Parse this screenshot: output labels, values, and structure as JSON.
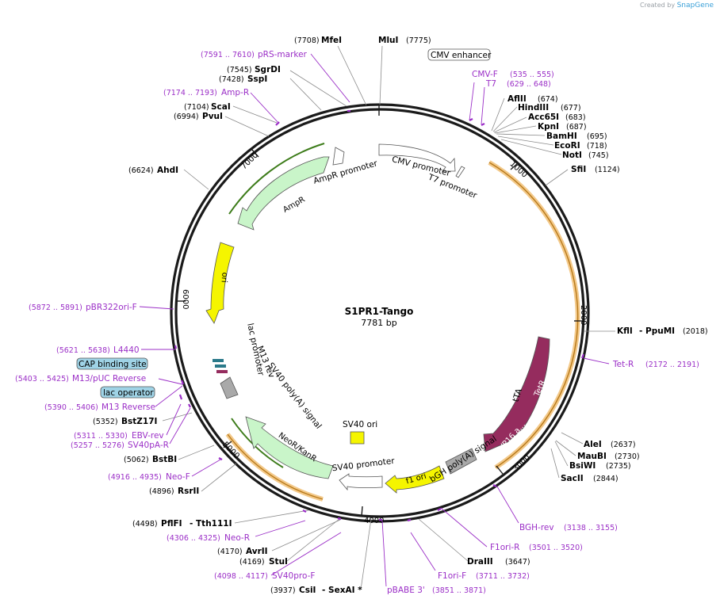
{
  "brand": {
    "created_by": "Created by",
    "name": "SnapGene"
  },
  "plasmid": {
    "name": "S1PR1-Tango",
    "length": "7781 bp"
  },
  "ticks": [
    "1000",
    "2000",
    "3000",
    "4000",
    "5000",
    "6000",
    "7000"
  ],
  "enzymes": [
    {
      "name": "MfeI",
      "pos": "(7708)"
    },
    {
      "name": "MluI",
      "pos": "(7775)"
    },
    {
      "name": "SgrDI",
      "pos": "(7545)"
    },
    {
      "name": "SspI",
      "pos": "(7428)"
    },
    {
      "name": "ScaI",
      "pos": "(7104)"
    },
    {
      "name": "PvuI",
      "pos": "(6994)"
    },
    {
      "name": "AhdI",
      "pos": "(6624)"
    },
    {
      "name": "AflII",
      "pos": "(674)"
    },
    {
      "name": "HindIII",
      "pos": "(677)"
    },
    {
      "name": "Acc65I",
      "pos": "(683)"
    },
    {
      "name": "KpnI",
      "pos": "(687)"
    },
    {
      "name": "BamHI",
      "pos": "(695)"
    },
    {
      "name": "EcoRI",
      "pos": "(718)"
    },
    {
      "name": "NotI",
      "pos": "(745)"
    },
    {
      "name": "SfiI",
      "pos": "(1124)"
    },
    {
      "name": "KflI",
      "pos": "- PpuMI",
      "pos2": "(2018)"
    },
    {
      "name": "AleI",
      "pos": "(2637)"
    },
    {
      "name": "MauBI",
      "pos": "(2730)"
    },
    {
      "name": "BsiWI",
      "pos": "(2735)"
    },
    {
      "name": "SacII",
      "pos": "(2844)"
    },
    {
      "name": "DraIII",
      "pos": "(3647)"
    },
    {
      "name": "CsiI",
      "pos": "(3937)",
      "extra": "- SexAI *"
    },
    {
      "name": "StuI",
      "pos": "(4169)"
    },
    {
      "name": "AvrII",
      "pos": "(4170)"
    },
    {
      "name": "PflFI",
      "pos": "(4498)",
      "extra": "- Tth111I"
    },
    {
      "name": "RsrII",
      "pos": "(4896)"
    },
    {
      "name": "BstBI",
      "pos": "(5062)"
    },
    {
      "name": "BstZ17I",
      "pos": "(5352)"
    }
  ],
  "primers": [
    {
      "name": "pRS-marker",
      "pos": "(7591 .. 7610)"
    },
    {
      "name": "Amp-R",
      "pos": "(7174 .. 7193)"
    },
    {
      "name": "CMV-F",
      "pos": "(535 .. 555)"
    },
    {
      "name": "T7",
      "pos": "(629 .. 648)"
    },
    {
      "name": "Tet-R",
      "pos": "(2172 .. 2191)"
    },
    {
      "name": "BGH-rev",
      "pos": "(3138 .. 3155)"
    },
    {
      "name": "F1ori-R",
      "pos": "(3501 .. 3520)"
    },
    {
      "name": "F1ori-F",
      "pos": "(3711 .. 3732)"
    },
    {
      "name": "pBABE 3'",
      "pos": "(3851 .. 3871)"
    },
    {
      "name": "SV40pro-F",
      "pos": "(4098 .. 4117)"
    },
    {
      "name": "Neo-R",
      "pos": "(4306 .. 4325)"
    },
    {
      "name": "Neo-F",
      "pos": "(4916 .. 4935)"
    },
    {
      "name": "SV40pA-R",
      "pos": "(5257 .. 5276)"
    },
    {
      "name": "EBV-rev",
      "pos": "(5311 .. 5330)"
    },
    {
      "name": "M13 Reverse",
      "pos": "(5390 .. 5406)"
    },
    {
      "name": "M13/pUC Reverse",
      "pos": "(5403 .. 5425)"
    },
    {
      "name": "L4440",
      "pos": "(5621 .. 5638)"
    },
    {
      "name": "pBR322ori-F",
      "pos": "(5872 .. 5891)"
    }
  ],
  "boxed_labels": {
    "cmv_enhancer": "CMV enhancer",
    "cap_binding_site": "CAP binding site",
    "lac_operator": "lac operator"
  },
  "features": {
    "cmv_promoter": "CMV promoter",
    "t7_promoter": "T7 promoter",
    "tetr": "TetR",
    "tta": "tTA",
    "vp16": "VP16 a...",
    "bgh": "bGH poly(A) signal",
    "f1ori": "f1 ori",
    "sv40_promoter": "SV40 promoter",
    "sv40_ori": "SV40 ori",
    "neo": "NeoR/KanR",
    "sv40_polya": "SV40 poly(A) signal",
    "m13rev": "M13 rev",
    "lac_promoter": "lac promoter",
    "ori": "ori",
    "ampr": "AmpR",
    "ampr_promoter": "AmpR promoter"
  },
  "colors": {
    "backbone": "#1a1a1a",
    "ampr_fill": "#c9f5c9",
    "ori_fill": "#f5f500",
    "tetr_fill": "#952c5e",
    "primer": "#9b2fc7",
    "orf_track": "#f0a530",
    "box_fill": "#9fd3e6"
  }
}
